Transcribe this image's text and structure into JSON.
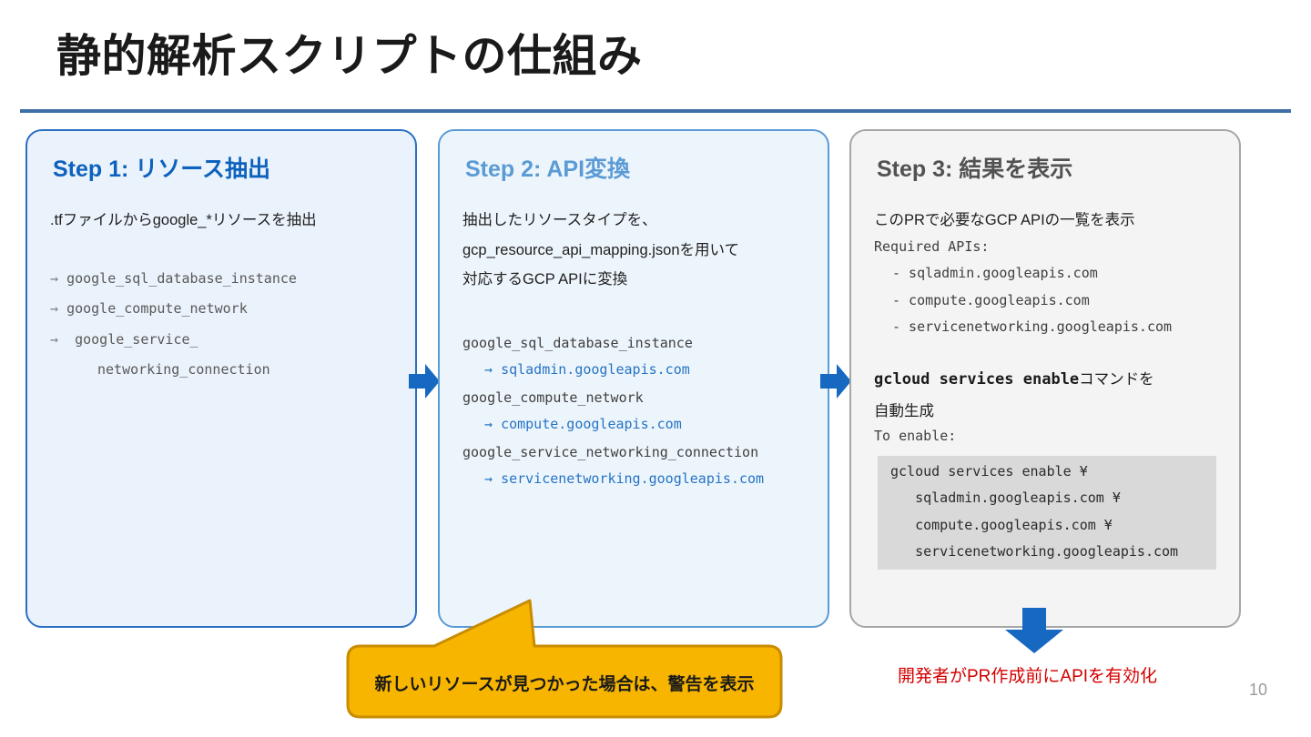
{
  "slide": {
    "title": "静的解析スクリプトの仕組み",
    "page_number": "10",
    "accent_blue": "#2a6fc4",
    "rule_color": "#3f6fa8",
    "warning_gold": "#f5b400",
    "alert_red": "#d40000"
  },
  "step1": {
    "title": "Step 1: リソース抽出",
    "description": ".tfファイルからgoogle_*リソースを抽出",
    "items": [
      {
        "arrow": "→",
        "text": "google_sql_database_instance"
      },
      {
        "arrow": "→",
        "text": "google_compute_network"
      },
      {
        "arrow": "→",
        "text": " google_service_"
      }
    ],
    "continuation": "networking_connection"
  },
  "step2": {
    "title": "Step 2: API変換",
    "description_lines": [
      "抽出したリソースタイプを、",
      "gcp_resource_api_mapping.jsonを用いて",
      "対応するGCP APIに変換"
    ],
    "mappings": [
      {
        "source": "google_sql_database_instance",
        "arrow": "→",
        "target": "sqladmin.googleapis.com"
      },
      {
        "source": "google_compute_network",
        "arrow": "→",
        "target": "compute.googleapis.com"
      },
      {
        "source": "google_service_networking_connection",
        "arrow": "→",
        "target": "servicenetworking.googleapis.com"
      }
    ]
  },
  "step3": {
    "title": "Step 3: 結果を表示",
    "description": "このPRで必要なGCP APIの一覧を表示",
    "required_header": "Required APIs:",
    "required_apis": [
      "- sqladmin.googleapis.com",
      "- compute.googleapis.com",
      "- servicenetworking.googleapis.com"
    ],
    "command_note_mono": "gcloud services enable",
    "command_note_jp": "コマンドを",
    "command_note_line2": "自動生成",
    "to_enable_header": "To enable:",
    "code_lines": [
      "gcloud services enable ¥",
      "   sqladmin.googleapis.com ¥",
      "   compute.googleapis.com ¥",
      "   servicenetworking.googleapis.com"
    ]
  },
  "callout": {
    "text": "新しいリソースが見つかった場合は、警告を表示"
  },
  "red_note": {
    "text": "開発者がPR作成前にAPIを有効化"
  }
}
